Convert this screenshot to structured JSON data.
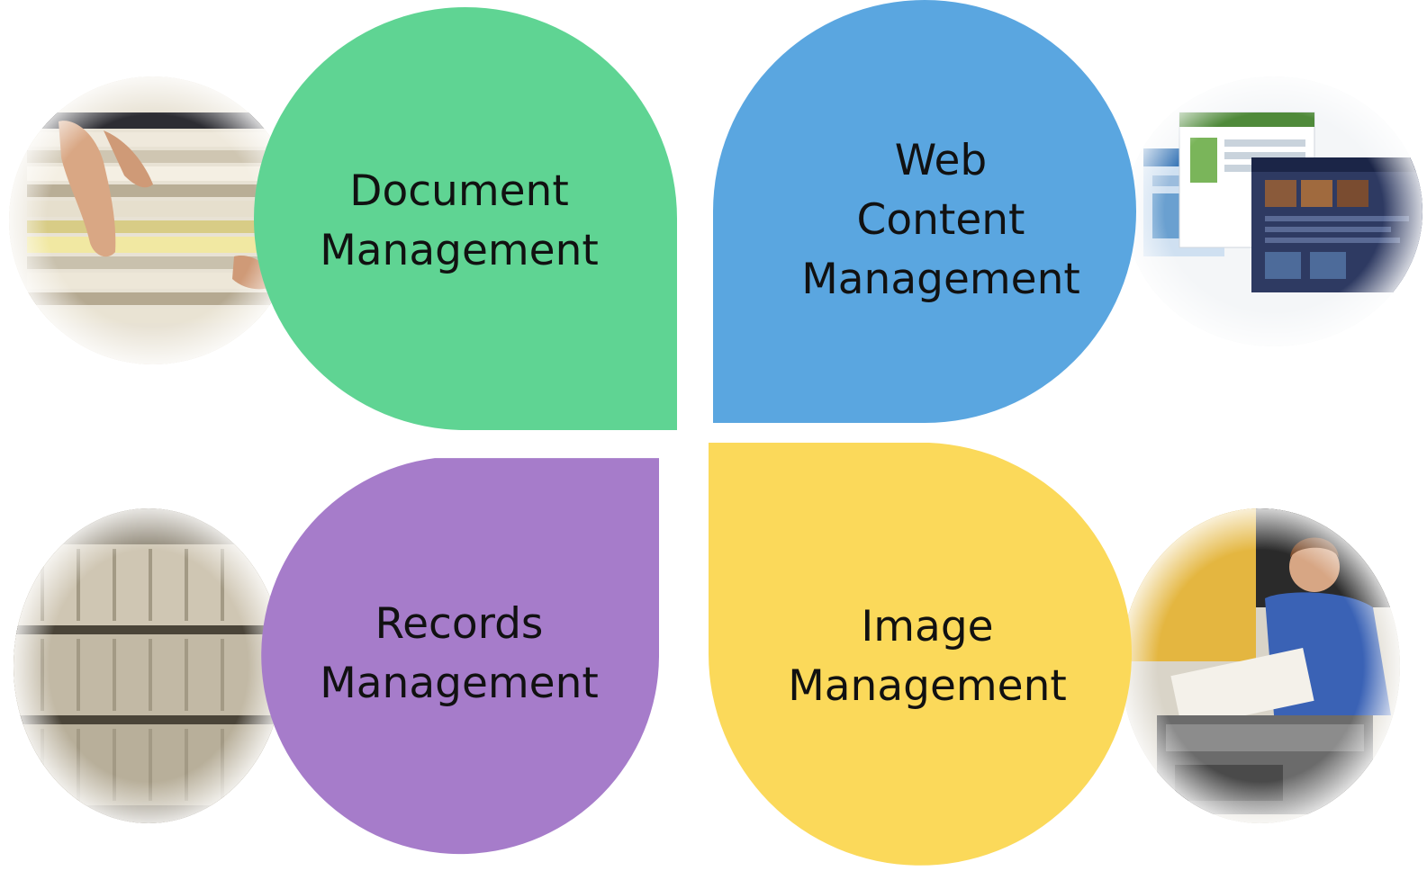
{
  "colors": {
    "document": "#5fd493",
    "web": "#5aa6e0",
    "records": "#a67cca",
    "image": "#fbd95a",
    "text": "#111111"
  },
  "petals": {
    "document": {
      "line1": "Document",
      "line2": "Management"
    },
    "web": {
      "line1": "Web",
      "line2": "Content",
      "line3": "Management"
    },
    "records": {
      "line1": "Records",
      "line2": "Management"
    },
    "image": {
      "line1": "Image",
      "line2": "Management"
    }
  },
  "photos": {
    "document": "stack-of-files-photo",
    "web": "website-screens-photo",
    "records": "archive-shelves-photo",
    "image": "woman-scanning-photo"
  }
}
